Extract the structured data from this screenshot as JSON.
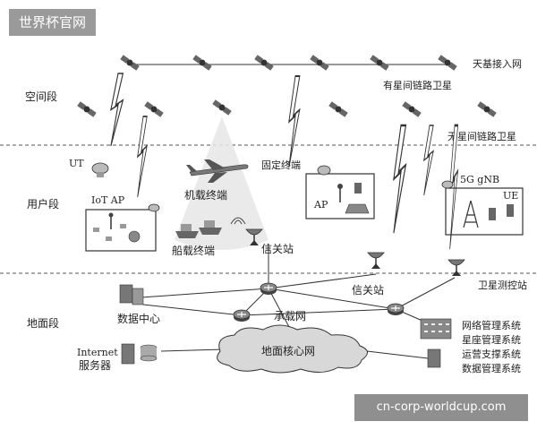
{
  "watermark_top": "世界杯官网",
  "watermark_bottom": "cn-corp-worldcup.com",
  "segments": {
    "space": "空间段",
    "user": "用户段",
    "ground": "地面段"
  },
  "labels": {
    "sky_access": "天基接入网",
    "with_isl": "有星间链路卫星",
    "no_isl": "无星间链路卫星",
    "ut": "UT",
    "fixed_terminal": "固定终端",
    "airborne": "机载终端",
    "shipborne": "船载终端",
    "gateway": "信关站",
    "iot_ap": "IoT AP",
    "ap": "AP",
    "gnb": "5G gNB",
    "ue": "UE",
    "ttc": "卫星测控站",
    "data_center": "数据中心",
    "bearer": "承载网",
    "core": "地面核心网",
    "internet_line1": "Internet",
    "internet_line2": "服务器",
    "mgmt_network": "网络管理系统",
    "mgmt_constellation": "星座管理系统",
    "mgmt_operations": "运营支撑系统",
    "mgmt_data": "数据管理系统"
  }
}
